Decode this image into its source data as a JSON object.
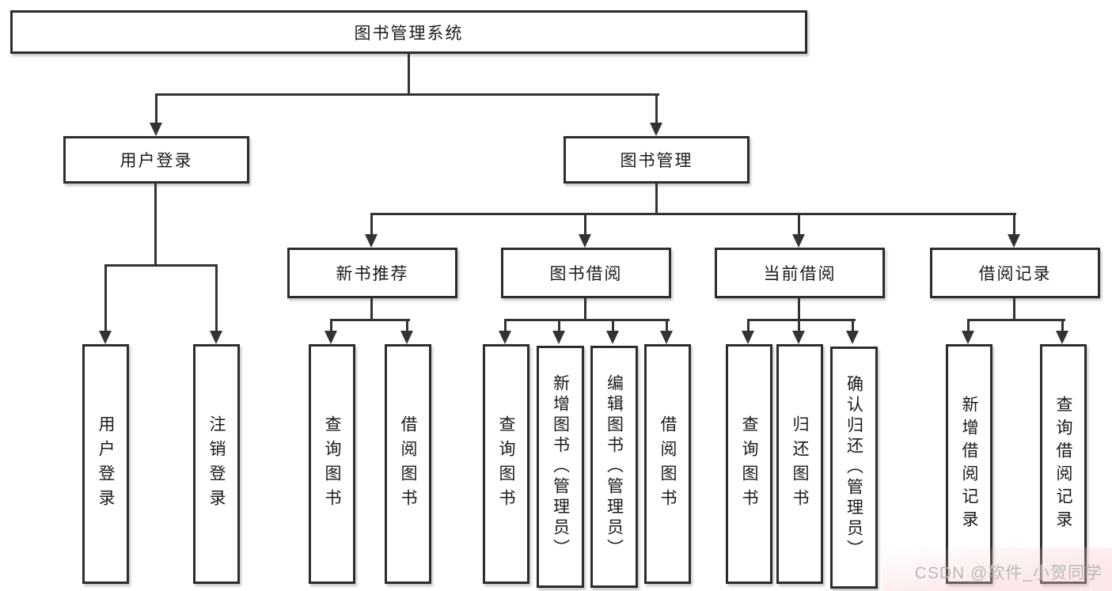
{
  "diagram": {
    "title": "图书管理系统",
    "root": {
      "label": "图书管理系统"
    },
    "level2": {
      "user_login": {
        "label": "用户登录"
      },
      "book_mgmt": {
        "label": "图书管理"
      }
    },
    "level3": {
      "new_book": {
        "label": "新书推荐"
      },
      "borrow": {
        "label": "图书借阅"
      },
      "current": {
        "label": "当前借阅"
      },
      "records": {
        "label": "借阅记录"
      }
    },
    "leaves": {
      "user": [
        "用户登录",
        "注销登录"
      ],
      "new_book": [
        "查询图书",
        "借阅图书"
      ],
      "borrow": [
        "查询图书",
        "新增图书（管理员）",
        "编辑图书（管理员）",
        "借阅图书"
      ],
      "current": [
        "查询图书",
        "归还图书",
        "确认归还（管理员）"
      ],
      "records": [
        "新增借阅记录",
        "查询借阅记录"
      ]
    }
  },
  "colors": {
    "line": "#333333",
    "box_border": "#2d2d2d",
    "text": "#1a1a1a",
    "watermark_text": "#b9b9b9",
    "background": "#ffffff"
  },
  "watermark": {
    "text": "CSDN @软件_小贺同学"
  }
}
